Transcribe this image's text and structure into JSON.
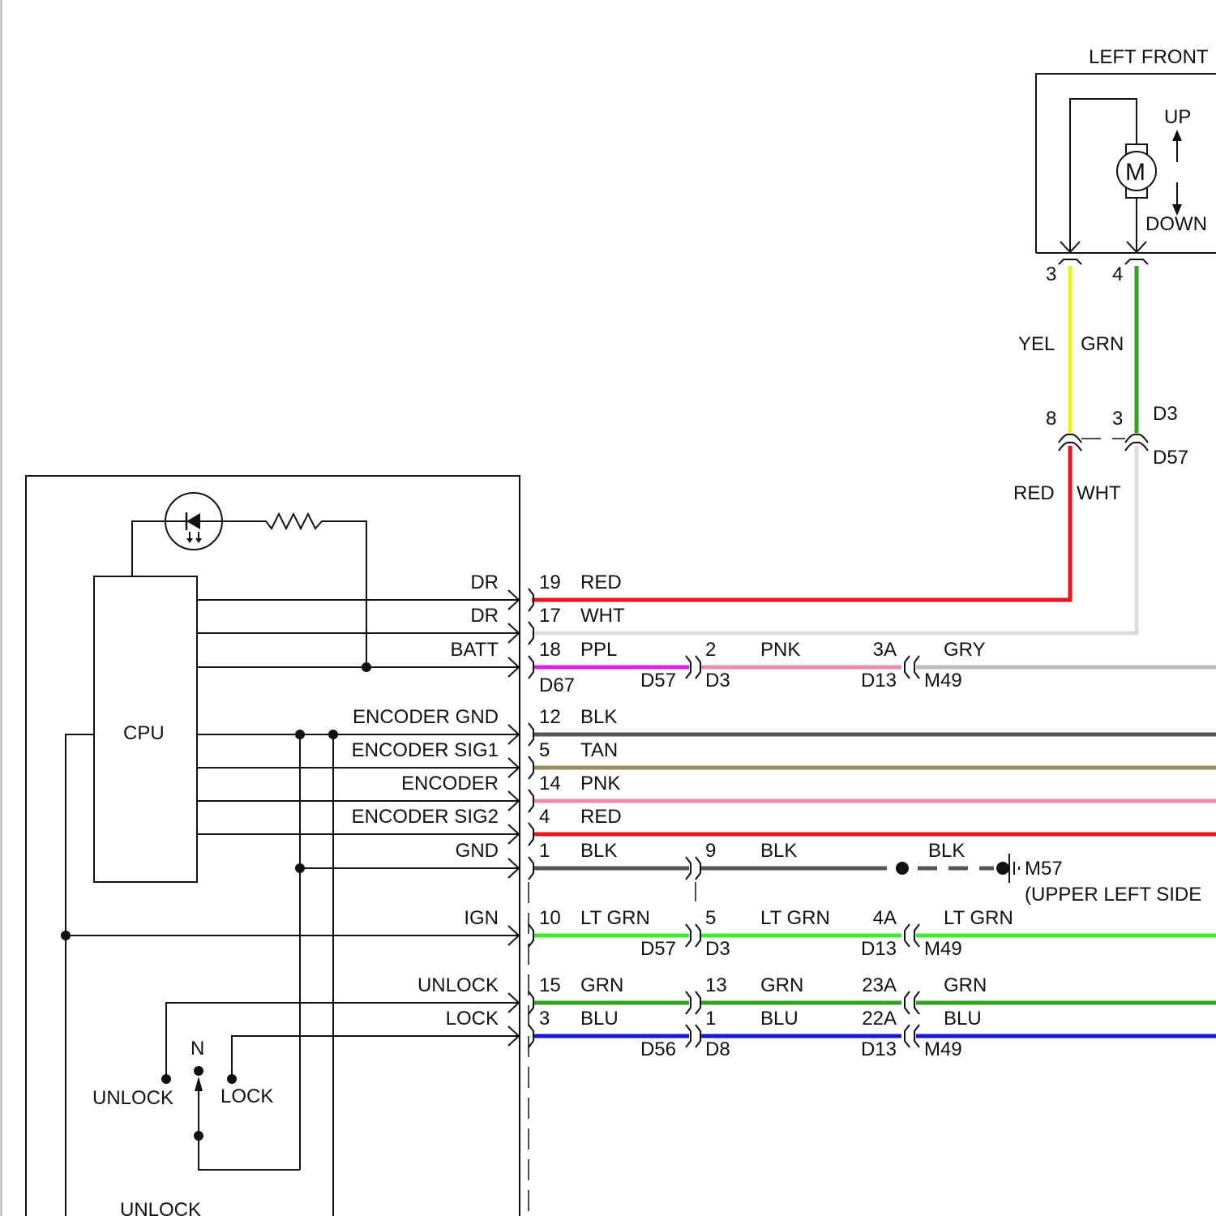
{
  "colors": {
    "RED": "#e8141c",
    "WHT": "#dcdcdc",
    "PPL": "#e020e8",
    "PNK": "#ee8ca6",
    "GRY": "#bdbdbd",
    "BLK": "#555555",
    "TAN": "#9c8b5a",
    "LT GRN": "#3cee2c",
    "GRN": "#34a020",
    "BLU": "#1418d8",
    "YEL": "#f4f020"
  },
  "motor": {
    "title": "LEFT FRONT",
    "symbol": "M",
    "up_label": "UP",
    "down_label": "DOWN",
    "pins": [
      "3",
      "4"
    ],
    "wires": [
      "YEL",
      "GRN"
    ]
  },
  "motor_connector": {
    "pin_left": "8",
    "pin_right": "3",
    "upper_conn": "D3",
    "lower_conn": "D57",
    "wire_left": "RED",
    "wire_right": "WHT"
  },
  "module": {
    "cpu_label": "CPU",
    "switch": {
      "unlock_label": "UNLOCK",
      "neutral_label": "N",
      "lock_label": "LOCK",
      "bottom_label": "UNLOCK"
    }
  },
  "circuits": [
    {
      "signal": "DR",
      "pin": "19",
      "color": "RED"
    },
    {
      "signal": "DR",
      "pin": "17",
      "color": "WHT"
    },
    {
      "signal": "BATT",
      "pin": "18",
      "color": "PPL",
      "conn": "D67",
      "seg2_pin": "2",
      "seg2_color": "PNK",
      "conn_a": "D57",
      "conn_b": "D3",
      "seg3_pin": "3A",
      "seg3_color": "GRY",
      "conn_c": "D13",
      "conn_d": "M49"
    },
    {
      "signal": "ENCODER GND",
      "pin": "12",
      "color": "BLK"
    },
    {
      "signal": "ENCODER SIG1",
      "pin": "5",
      "color": "TAN"
    },
    {
      "signal": "ENCODER",
      "pin": "14",
      "color": "PNK"
    },
    {
      "signal": "ENCODER SIG2",
      "pin": "4",
      "color": "RED"
    },
    {
      "signal": "GND",
      "pin": "1",
      "color": "BLK",
      "seg2_pin": "9",
      "seg2_color": "BLK",
      "seg3_color": "BLK",
      "ground": "M57",
      "ground_note": "(UPPER LEFT SIDE"
    },
    {
      "signal": "IGN",
      "pin": "10",
      "color": "LT GRN",
      "conn_a": "D57",
      "conn_b": "D3",
      "seg2_pin": "5",
      "seg2_color": "LT GRN",
      "seg3_pin": "4A",
      "seg3_color": "LT GRN",
      "conn_c": "D13",
      "conn_d": "M49"
    },
    {
      "signal": "UNLOCK",
      "pin": "15",
      "color": "GRN",
      "seg2_pin": "13",
      "seg2_color": "GRN",
      "seg3_pin": "23A",
      "seg3_color": "GRN"
    },
    {
      "signal": "LOCK",
      "pin": "3",
      "color": "BLU",
      "conn_a": "D56",
      "conn_b": "D8",
      "seg2_pin": "1",
      "seg2_color": "BLU",
      "seg3_pin": "22A",
      "seg3_color": "BLU",
      "conn_c": "D13",
      "conn_d": "M49"
    }
  ]
}
